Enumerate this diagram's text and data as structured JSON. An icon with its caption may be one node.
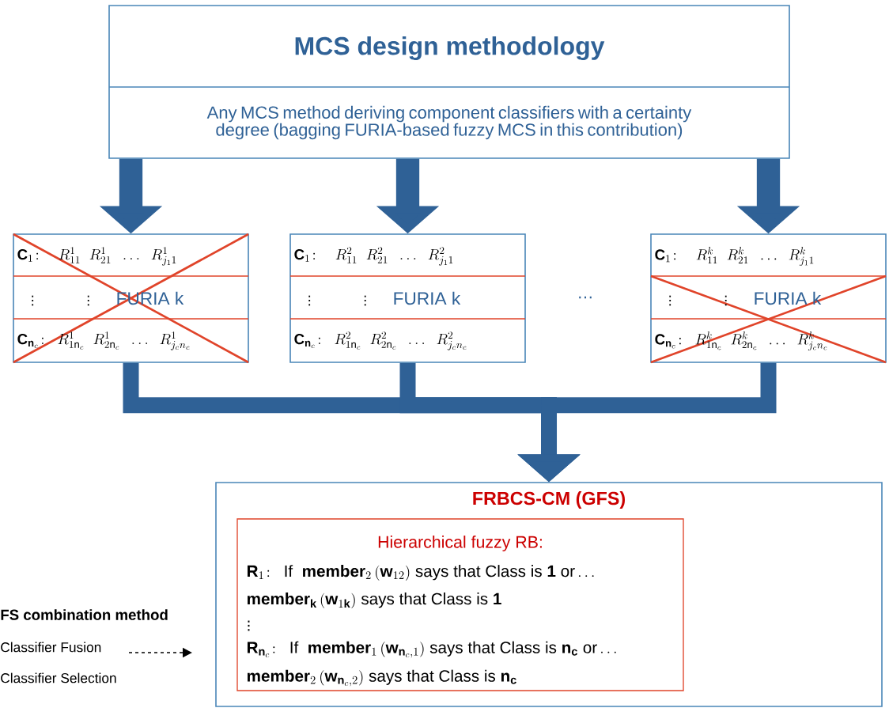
{
  "diagram": {
    "nodes": [
      {
        "text": [
          "MCS design methodology",
          "Any MCS method deriving component classifiers with a certainty degree (bagging FURIA-based fuzzy MCS in this contribution)"
        ]
      },
      {
        "text": [
          "\\mathbf{C}_1\\!:\\quad R^1_{11}\\;\\; R^1_{21}\\;\\;\\dots\\;\\; R^1_{j_1 1}",
          "\\vdots\\hspace{3.5em}\\vdots",
          "FURIA k",
          "\\mathbf{C}_{\\mathbf{n}_c}\\!:\\;\\; R^1_{1\\mathrm{n}_c}\\;\\; R^1_{2\\mathrm{n}_c}\\;\\;\\dots\\;\\; R^1_{j_c n_c}"
        ]
      },
      {
        "text": [
          "\\mathbf{C}_1\\!:\\quad R^2_{11}\\;\\; R^2_{21}\\;\\;\\dots\\;\\; R^2_{j_1 1}",
          "\\vdots\\hspace{3.5em}\\vdots",
          "FURIA k",
          "\\mathbf{C}_{\\mathbf{n}_c}\\!:\\;\\; R^2_{1\\mathrm{n}_c}\\;\\; R^2_{2\\mathrm{n}_c}\\;\\;\\dots\\;\\; R^2_{j_c n_c}"
        ]
      },
      {
        "text": [
          "\\mathbf{C}_1\\!:\\quad R^k_{11}\\;\\; R^k_{21}\\;\\;\\dots\\;\\; R^k_{j_1 1}",
          "\\vdots\\hspace{3.5em}\\vdots",
          "FURIA k",
          "\\mathbf{C}_{\\mathbf{n}_c}\\!:\\;\\; R^k_{1\\mathrm{n}_c}\\;\\; R^k_{2\\mathrm{n}_c}\\;\\;\\dots\\;\\; R^k_{j_c n_c}"
        ]
      },
      {
        "text": [
          "FRBCS-CM (GFS)"
        ]
      },
      {
        "text": [
          "Hierarchical fuzzy RB:",
          "\\mathbf{R}_1\\!:\\ \\ \\mathrm{If}\\ \\ \\mathbf{member}_2\\,(\\mathbf{w}_{12})\\ \\mathrm{says\\ that\\ Class\\ is}\\ \\mathbf{1}\\ \\mathrm{or}\\dots",
          "\\mathbf{member}_\\mathbf{k}\\,(\\mathbf{w}_{1\\mathbf{k}})\\ \\mathrm{says\\ that\\ Class\\ is}\\ \\mathbf{1}",
          "\\vdots",
          "\\mathbf{R}_{\\mathbf{n}_c}\\!:\\ \\ \\mathrm{If}\\ \\ \\mathbf{member}_1\\,(\\mathbf{w}_{\\mathbf{n}_c,1})\\ \\mathrm{says\\ that\\ Class\\ is}\\ \\mathbf{n}_\\mathbf{c}\\ \\mathrm{or}\\dots",
          "\\mathbf{member}_2\\,(\\mathbf{w}_{\\mathbf{n}_c,2})\\ \\mathrm{says\\ that\\ Class\\ is}\\ \\mathbf{n}_\\mathbf{c}"
        ],
        "in": 4
      }
    ],
    "edges": [
      {
        "from": 0,
        "to": 1,
        "arrow": "to"
      },
      {
        "from": 0,
        "to": 2,
        "arrow": "to"
      },
      {
        "from": 0,
        "to": 3,
        "arrow": "to"
      },
      {
        "from": 1,
        "to": 4,
        "arrow": "to"
      },
      {
        "from": 2,
        "to": 4,
        "arrow": "to"
      },
      {
        "from": 3,
        "to": 4,
        "arrow": "to"
      }
    ],
    "labels": [
      "…",
      "FS combination method"
    ],
    "legend": [
      {
        "text": "Classifier Fusion"
      },
      {
        "text": "Classifier Selection"
      }
    ]
  }
}
